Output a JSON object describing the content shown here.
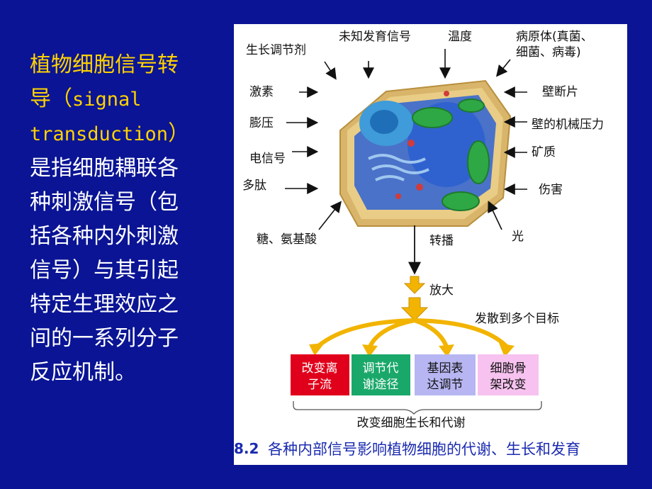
{
  "slide": {
    "title_part1": "植物细胞信号转",
    "title_part2": "导",
    "paren_open": "（",
    "term_line1": "signal",
    "term_line2": "transduction",
    "paren_close": "）",
    "body_lines": [
      "是指细胞耦联各",
      "种刺激信号（包",
      "括各种内外刺激",
      "信号）与其引起",
      "特定生理效应之",
      "间的一系列分子",
      "反应机制。"
    ]
  },
  "figure": {
    "signals_top": [
      "生长调节剂",
      "未知发育信号",
      "温度"
    ],
    "signal_pathogen": [
      "病原体(真菌、",
      "细菌、病毒)"
    ],
    "signals_left": [
      "激素",
      "膨压",
      "电信号",
      "多肽"
    ],
    "signals_right": [
      "壁断片",
      "壁的机械压力",
      "矿质",
      "伤害"
    ],
    "signal_bottom_left": "糖、氨基酸",
    "signal_bottom_right": "光",
    "step_transmit": "转播",
    "step_amplify": "放大",
    "step_diverge": "发散到多个目标",
    "targets": [
      {
        "line1": "改变离",
        "line2": "子流",
        "fill": "#e0001b",
        "text_color": "#ffffff"
      },
      {
        "line1": "调节代",
        "line2": "谢途径",
        "fill": "#1aa86a",
        "text_color": "#ffffff"
      },
      {
        "line1": "基因表",
        "line2": "达调节",
        "fill": "#b7b6f2",
        "text_color": "#111111"
      },
      {
        "line1": "细胞骨",
        "line2": "架改变",
        "fill": "#f7c2ef",
        "text_color": "#111111"
      }
    ],
    "outcome": "改变细胞生长和代谢",
    "caption_num": "8.2",
    "caption_text": "各种内部信号影响植物细胞的代谢、生长和发育"
  },
  "colors": {
    "background": "#0a1494",
    "highlight": "#ffd200",
    "arrow_gold": "#f2b400"
  }
}
